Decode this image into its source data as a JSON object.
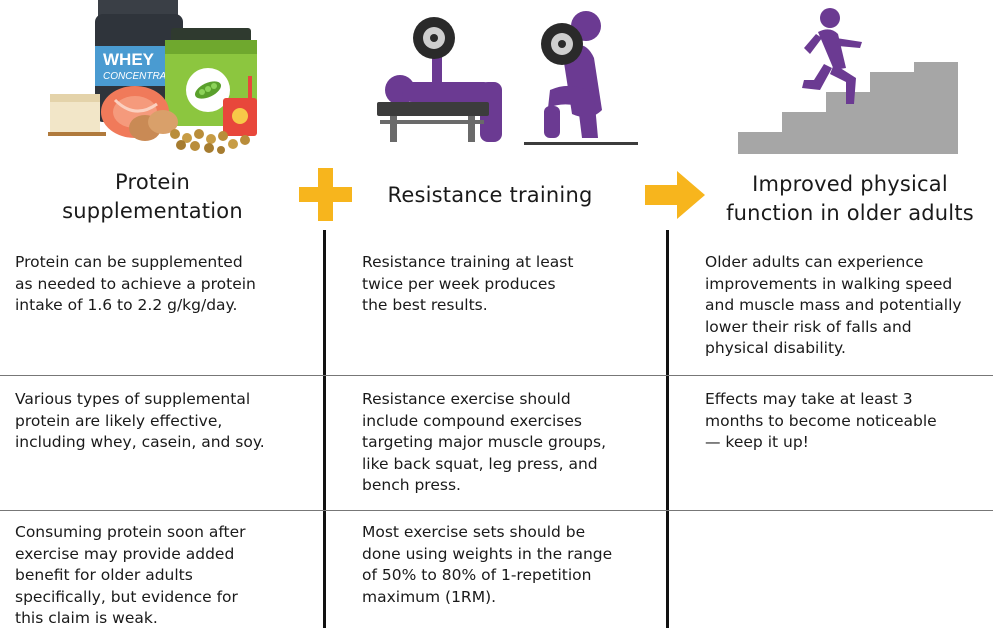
{
  "colors": {
    "accent": "#F7B51D",
    "figure": "#6B3A92",
    "stairs": "#A6A6A6",
    "bench": "#3C3C3C",
    "rule": "#111111",
    "divider": "#777777"
  },
  "icons": {
    "col1": "protein-supplements-icon",
    "plus": "plus-icon",
    "col2": "weightlifting-icon",
    "arrow": "arrow-right-icon",
    "col3": "stair-climbing-icon"
  },
  "labels": {
    "whey": "WHEY",
    "whey_sub": "CONCENTRA"
  },
  "columns": [
    {
      "title": "Protein\nsupplementation",
      "rows": [
        "Protein can be supplemented\nas needed to achieve a protein\nintake of 1.6 to 2.2 g/kg/day.",
        "Various types of supplemental\nprotein are likely effective,\nincluding whey, casein, and soy.",
        "Consuming protein soon after\nexercise may provide added\nbenefit for older adults\nspecifically, but evidence for\nthis claim is weak."
      ]
    },
    {
      "title": "Resistance training",
      "rows": [
        "Resistance training at least\ntwice per week produces\nthe best results.",
        "Resistance exercise should\ninclude compound exercises\ntargeting major muscle groups,\nlike back squat, leg press, and\nbench press.",
        "Most exercise sets should be\ndone using weights in the range\nof 50% to 80% of 1-repetition\nmaximum (1RM)."
      ]
    },
    {
      "title": "Improved physical\nfunction in older adults",
      "rows": [
        "Older adults can experience\nimprovements in walking speed\nand muscle mass and potentially\nlower their risk of falls and\nphysical disability.",
        "Effects may take at least 3\nmonths to become noticeable\n— keep it up!",
        ""
      ]
    }
  ]
}
